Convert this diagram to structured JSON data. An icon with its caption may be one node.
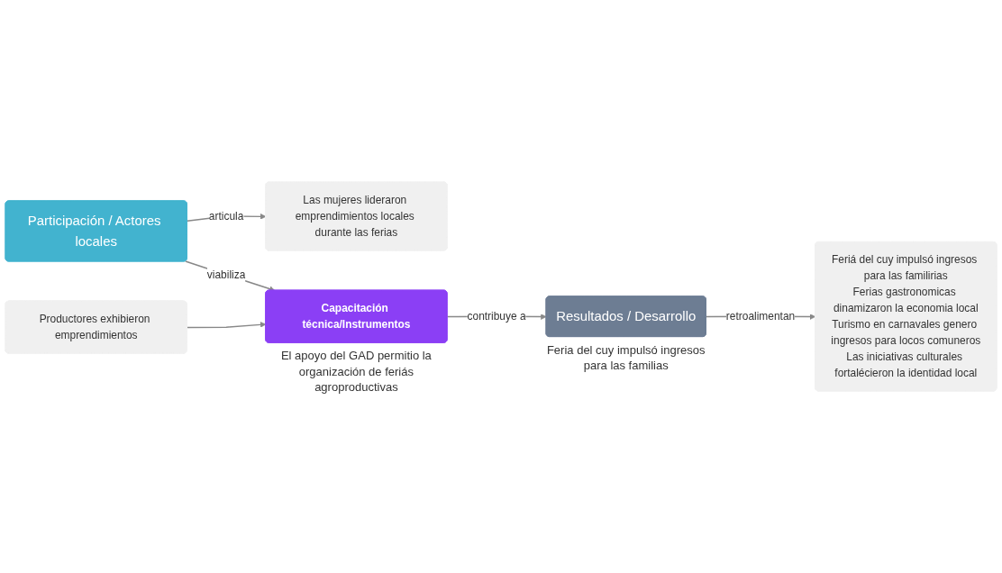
{
  "diagram": {
    "nodes": [
      {
        "text": [
          "Las mujeres lideraron emprendimientos locales durante las ferias"
        ]
      },
      {
        "text": [
          "Participación / Actores locales"
        ]
      },
      {
        "text": [
          "Feriá del cuy impulsó ingresos para las familirias",
          "Ferias gastronomicas dinamizaron la economia local",
          "Turismo en carnavales genero ingresos para locos comuneros",
          "Las iniciativas culturales fortalécieron la identidad local"
        ]
      },
      {
        "text": [
          "Productores exhibieron emprendimientos"
        ]
      },
      {
        "text": [
          "Capacitación técnica/Instrumentos"
        ],
        "beside": [
          "El apoyo del GAD permitio la organización de feriás agroproductivas"
        ]
      },
      {
        "text": [
          "Resultados / Desarrollo"
        ],
        "beside": [
          "Feria del cuy impulsó ingresos para las familias"
        ]
      }
    ],
    "edges": [
      {
        "from": 1,
        "to": 0,
        "arrow": "to",
        "label": "articula"
      },
      {
        "from": 1,
        "to": 4,
        "arrow": "to",
        "label": "viabiliza"
      },
      {
        "from": 3,
        "to": 4,
        "arrow": "to"
      },
      {
        "from": 4,
        "to": 5,
        "arrow": "to",
        "label": "contribuye a"
      },
      {
        "from": 5,
        "to": 2,
        "arrow": "to",
        "label": "retroalimentan"
      }
    ]
  }
}
